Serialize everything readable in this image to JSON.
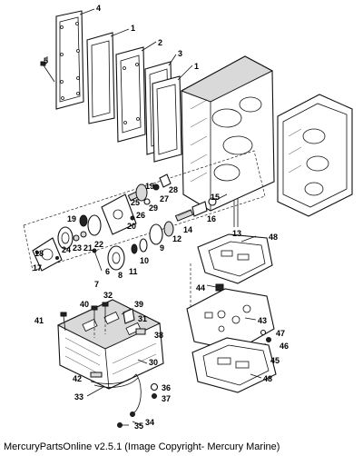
{
  "caption": "MercuryPartsOnline v2.5.1 (Image Copyright- Mercury Marine)",
  "callouts": {
    "c1a": "1",
    "c1b": "1",
    "c2": "2",
    "c3": "3",
    "c4": "4",
    "c5": "5",
    "c6": "6",
    "c7": "7",
    "c8": "8",
    "c9": "9",
    "c10": "10",
    "c11": "11",
    "c12": "12",
    "c13": "13",
    "c14": "14",
    "c15": "15",
    "c16": "16",
    "c17": "17",
    "c18": "18",
    "c19a": "19",
    "c19b": "19",
    "c20": "20",
    "c21": "21",
    "c22": "22",
    "c23": "23",
    "c24": "24",
    "c25": "25",
    "c26": "26",
    "c27": "27",
    "c28": "28",
    "c29": "29",
    "c30": "30",
    "c31": "31",
    "c32": "32",
    "c33": "33",
    "c34": "34",
    "c35": "35",
    "c36": "36",
    "c37": "37",
    "c38": "38",
    "c39": "39",
    "c40": "40",
    "c41": "41",
    "c42": "42",
    "c43": "43",
    "c44": "44",
    "c45": "45",
    "c46": "46",
    "c47": "47",
    "c48a": "48",
    "c48b": "48"
  }
}
